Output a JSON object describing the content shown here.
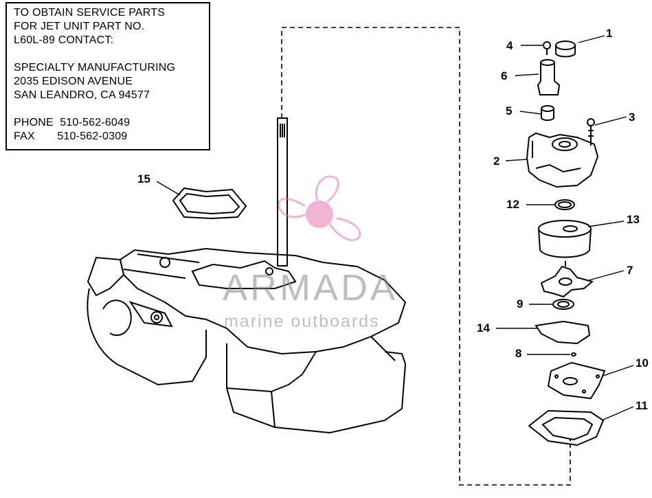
{
  "info_box": {
    "lines": [
      "TO OBTAIN SERVICE PARTS",
      "FOR JET UNIT PART NO.",
      "L60L-89 CONTACT:",
      "SPECIALTY MANUFACTURING",
      "2035 EDISON AVENUE",
      "SAN LEANDRO, CA 94577",
      "PHONE  510-562-6049",
      "FAX       510-562-0309"
    ]
  },
  "callouts": {
    "c1": "1",
    "c2": "2",
    "c3": "3",
    "c4": "4",
    "c5": "5",
    "c6": "6",
    "c7": "7",
    "c8": "8",
    "c9": "9",
    "c10": "10",
    "c11": "11",
    "c12": "12",
    "c13": "13",
    "c14": "14",
    "c15": "15"
  },
  "watermark": {
    "name": "ARMADA",
    "tagline": "marine outboards",
    "logo_color": "#e46aa6",
    "text_color": "#8a8a8a"
  }
}
